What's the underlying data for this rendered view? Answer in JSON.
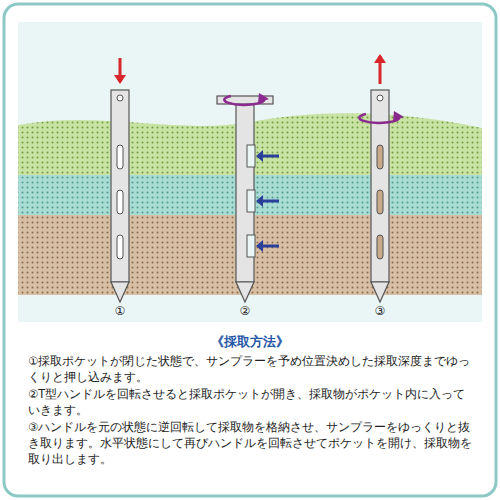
{
  "diagram": {
    "title": "《採取方法》",
    "labels": [
      "①",
      "②",
      "③",
      "①採取ポケットが閉じた状態で、サンプラーを予め位置決めした採取深度までゆっくりと押し込みます。",
      "②T型ハンドルを回転させると採取ポケットが開き、採取物がポケット内に入っていきます。",
      "③ハンドルを元の状態に逆回転して採取物を格納させ、サンプラーをゆっくりと抜き取ります。水平状態にして再びハンドルを回転させてポケットを開け、採取物を取り出します。"
    ]
  }
}
